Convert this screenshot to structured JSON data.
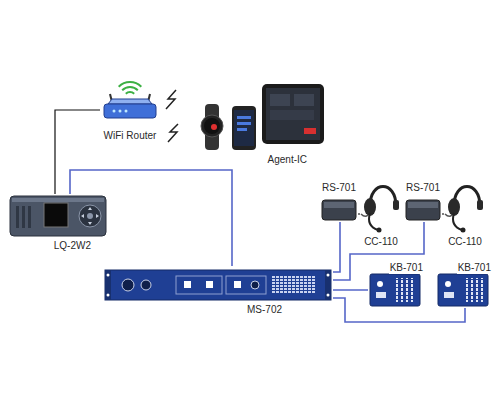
{
  "diagram": {
    "nodes": [
      {
        "text": [
          "WiFi Router"
        ]
      },
      {
        "text": [
          "Agent-IC"
        ]
      },
      {
        "text": [
          "RS-701"
        ]
      },
      {
        "text": [
          "CC-110"
        ]
      },
      {
        "text": [
          "RS-701"
        ]
      },
      {
        "text": [
          "CC-110"
        ]
      },
      {
        "text": [
          "LQ-2W2"
        ]
      },
      {
        "text": [
          "MS-702"
        ]
      },
      {
        "text": [
          "KB-701"
        ]
      },
      {
        "text": [
          "KB-701"
        ]
      }
    ],
    "edges": [
      {
        "from": 0,
        "to": 6,
        "arrow": "none"
      },
      {
        "from": 6,
        "to": 7,
        "arrow": "none"
      },
      {
        "from": 7,
        "to": 2,
        "arrow": "none"
      },
      {
        "from": 7,
        "to": 4,
        "arrow": "none"
      },
      {
        "from": 7,
        "to": 8,
        "arrow": "none"
      },
      {
        "from": 7,
        "to": 9,
        "arrow": "none"
      },
      {
        "from": 3,
        "to": 2,
        "arrow": "none"
      },
      {
        "from": 5,
        "to": 4,
        "arrow": "none"
      }
    ]
  }
}
